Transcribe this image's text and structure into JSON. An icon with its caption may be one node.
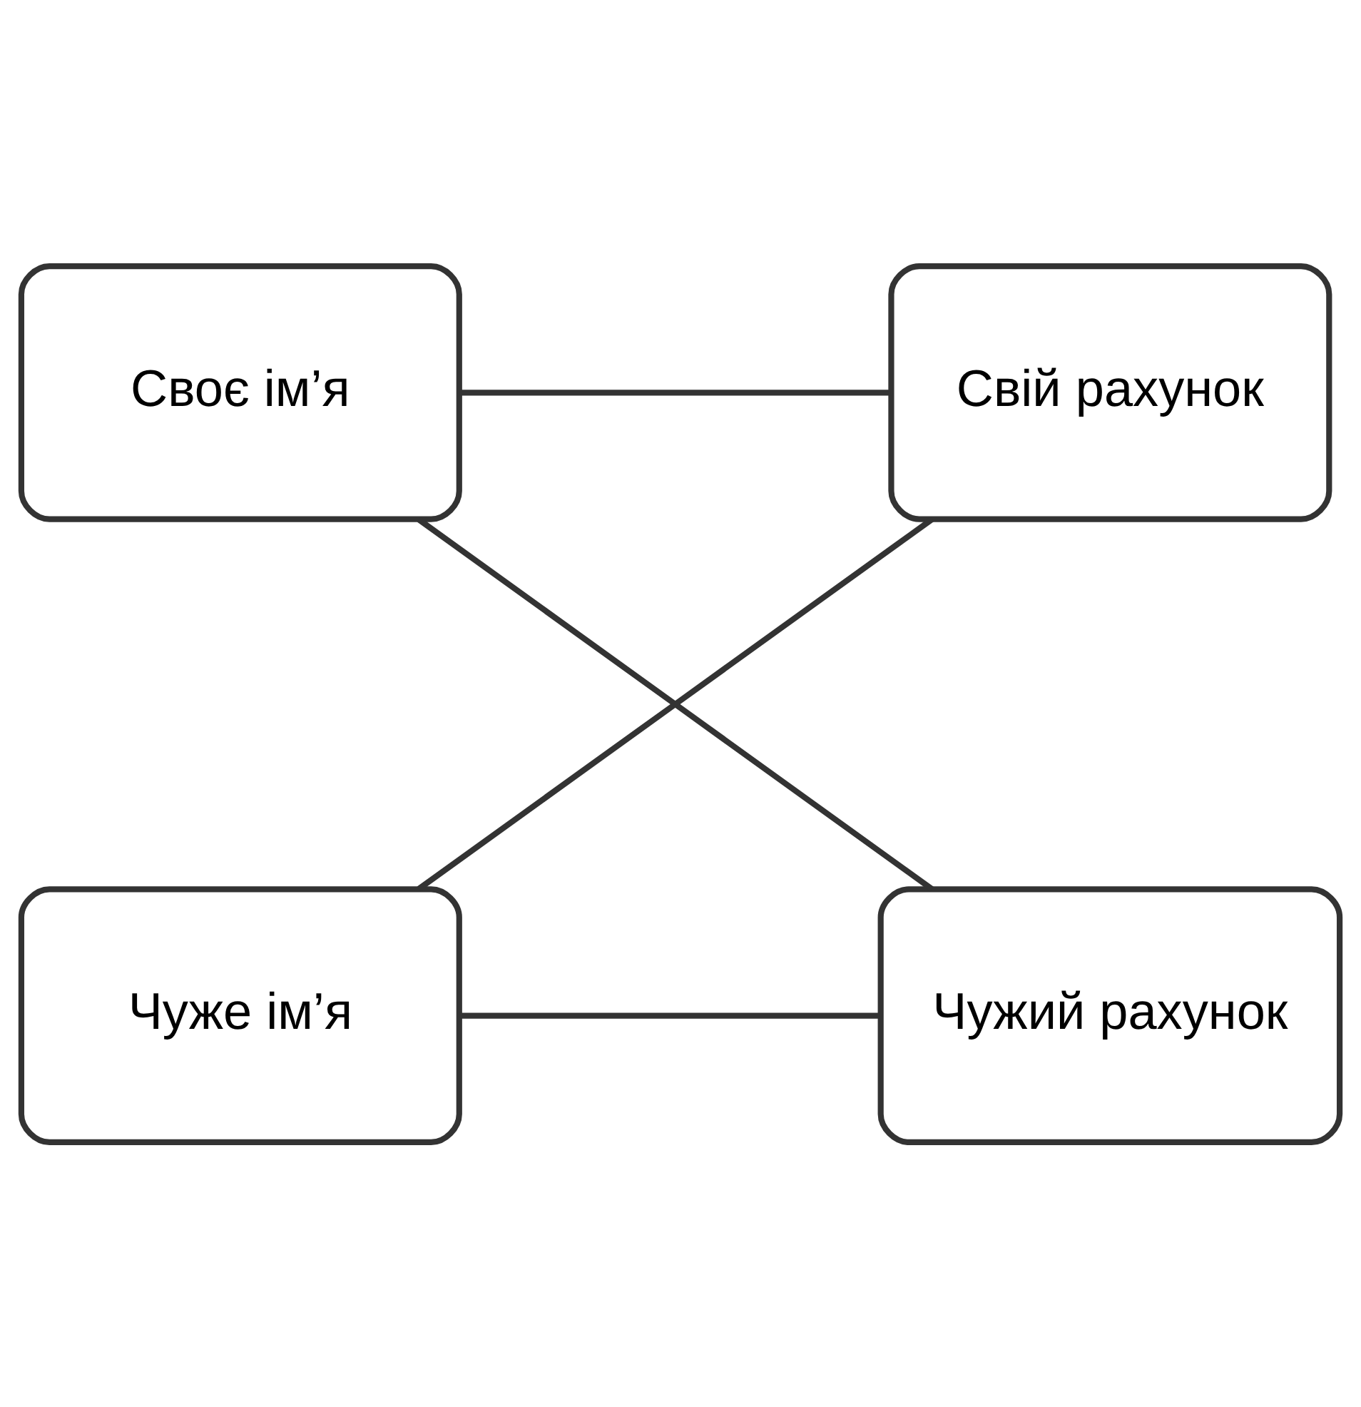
{
  "diagram": {
    "nodes": [
      {
        "text": [
          "Своє ім’я"
        ]
      },
      {
        "text": [
          "Свій рахунок"
        ]
      },
      {
        "text": [
          "Чуже ім’я"
        ]
      },
      {
        "text": [
          "Чужий рахунок"
        ]
      }
    ],
    "edges": [
      {
        "from": 0,
        "to": 1,
        "arrow": "none"
      },
      {
        "from": 0,
        "to": 3,
        "arrow": "none"
      },
      {
        "from": 2,
        "to": 1,
        "arrow": "none"
      },
      {
        "from": 2,
        "to": 3,
        "arrow": "none"
      }
    ]
  }
}
